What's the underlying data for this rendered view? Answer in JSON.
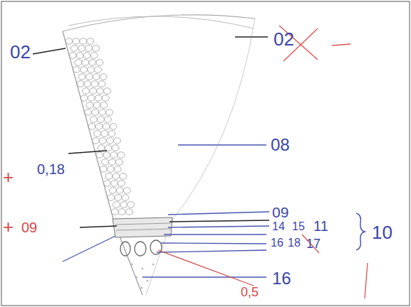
{
  "diagram": {
    "labels": [
      "02",
      "02",
      "08",
      "0,18",
      "+",
      "09",
      "+",
      "09",
      "14",
      "15",
      "11",
      "16",
      "18",
      "17",
      "10",
      "16",
      "0,5"
    ]
  }
}
